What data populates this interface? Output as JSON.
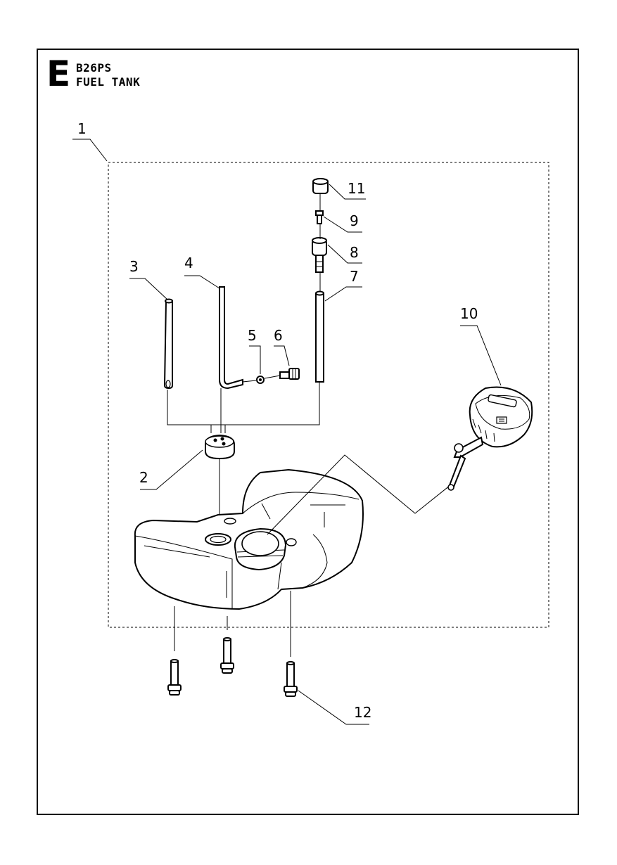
{
  "header": {
    "section_letter": "E",
    "model": "B26PS",
    "title": "FUEL TANK"
  },
  "callouts": [
    {
      "id": "1",
      "label": "1",
      "part": "assembly-boundary"
    },
    {
      "id": "2",
      "label": "2",
      "part": "grommet"
    },
    {
      "id": "3",
      "label": "3",
      "part": "fuel-hose"
    },
    {
      "id": "4",
      "label": "4",
      "part": "bent-fuel-hose"
    },
    {
      "id": "5",
      "label": "5",
      "part": "clip"
    },
    {
      "id": "6",
      "label": "6",
      "part": "connector"
    },
    {
      "id": "7",
      "label": "7",
      "part": "vent-hose"
    },
    {
      "id": "8",
      "label": "8",
      "part": "valve-housing"
    },
    {
      "id": "9",
      "label": "9",
      "part": "valve"
    },
    {
      "id": "10",
      "label": "10",
      "part": "fuel-cap"
    },
    {
      "id": "11",
      "label": "11",
      "part": "valve-cap"
    },
    {
      "id": "12",
      "label": "12",
      "part": "screw"
    }
  ]
}
